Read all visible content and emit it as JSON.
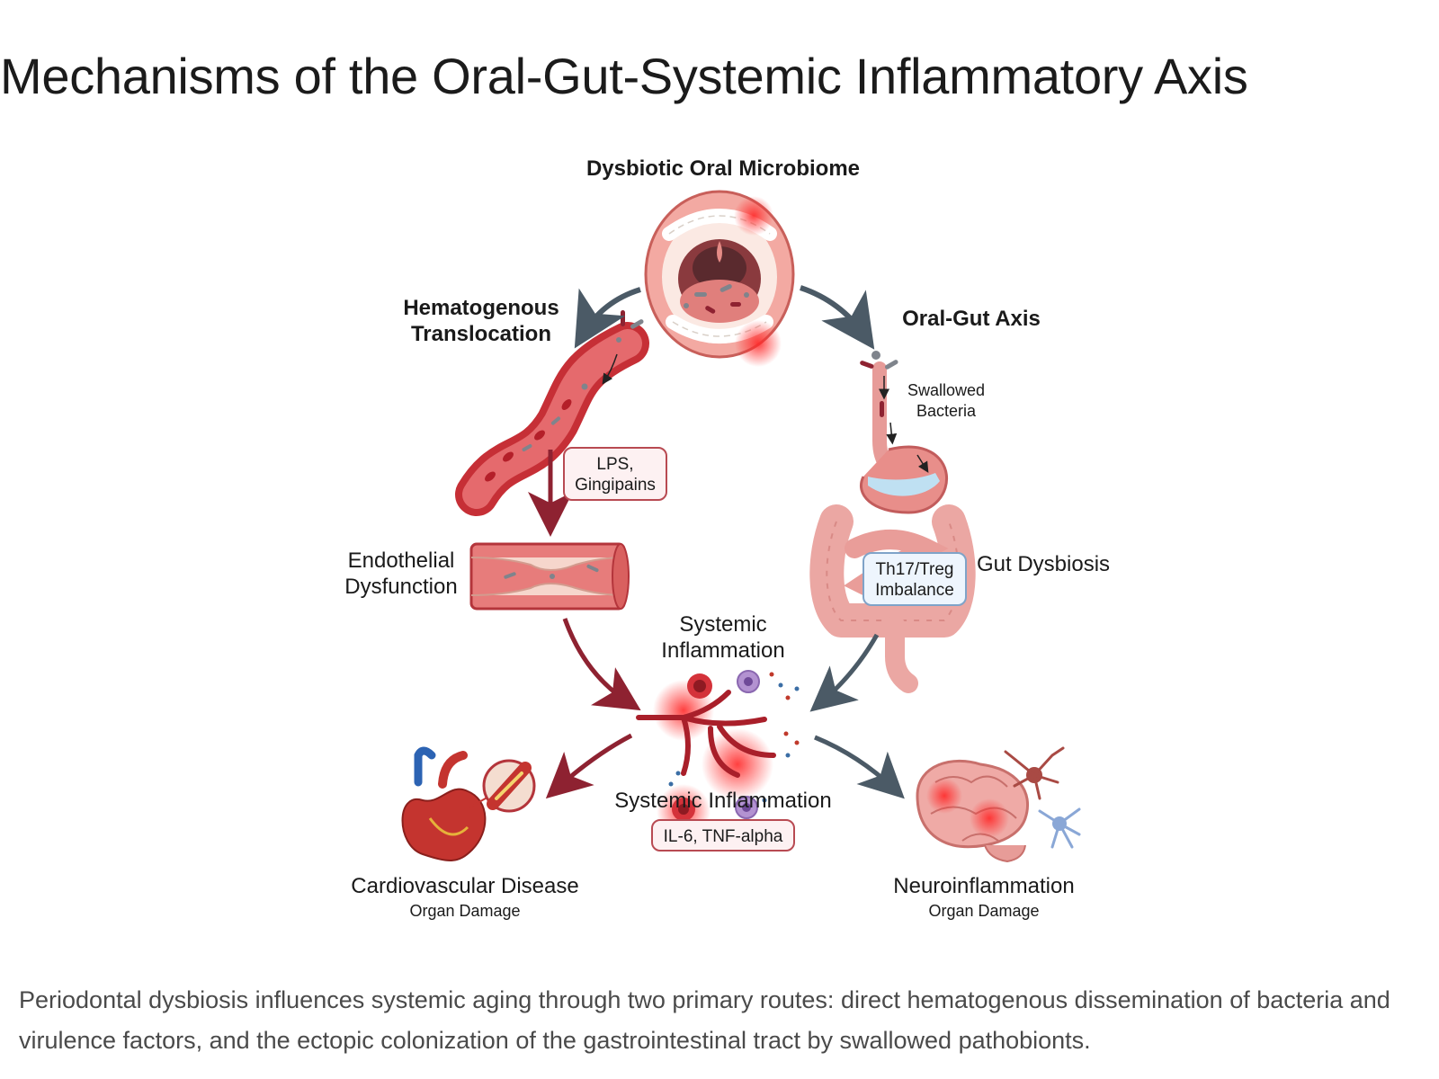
{
  "page": {
    "title": "Mechanisms of the Oral-Gut-Systemic Inflammatory Axis",
    "caption": "Periodontal dysbiosis influences systemic aging through two primary routes: direct hematogenous dissemination of bacteria and virulence factors, and the ectopic colonization of the gastrointestinal tract by swallowed pathobionts."
  },
  "diagram": {
    "oral_microbiome": "Dysbiotic Oral Microbiome",
    "hematogenous_line1": "Hematogenous",
    "hematogenous_line2": "Translocation",
    "oral_gut_axis": "Oral-Gut Axis",
    "swallowed_line1": "Swallowed",
    "swallowed_line2": "Bacteria",
    "lps_line1": "LPS,",
    "lps_line2": "Gingipains",
    "endothelial_line1": "Endothelial",
    "endothelial_line2": "Dysfunction",
    "th17_line1": "Th17/Treg",
    "th17_line2": "Imbalance",
    "gut_dysbiosis": "Gut Dysbiosis",
    "systemic_top_line1": "Systemic",
    "systemic_top_line2": "Inflammation",
    "systemic_bottom": "Systemic Inflammation",
    "cytokines": "IL-6, TNF-alpha",
    "cardio_title": "Cardiovascular Disease",
    "cardio_sub": "Organ Damage",
    "neuro_title": "Neuroinflammation",
    "neuro_sub": "Organ Damage"
  },
  "colors": {
    "arrow_red": "#8e2231",
    "arrow_slate": "#4b5a66",
    "vessel_red": "#c62f36",
    "tissue_pink": "#efaaa6",
    "pill_red_border": "#b84a52",
    "pill_blue_border": "#7fa3c8"
  },
  "icons": [
    "mouth-icon",
    "blood-vessel-icon",
    "artery-icon",
    "stomach-icon",
    "intestine-icon",
    "capillary-icon",
    "heart-icon",
    "brain-icon",
    "neuron-icon"
  ]
}
